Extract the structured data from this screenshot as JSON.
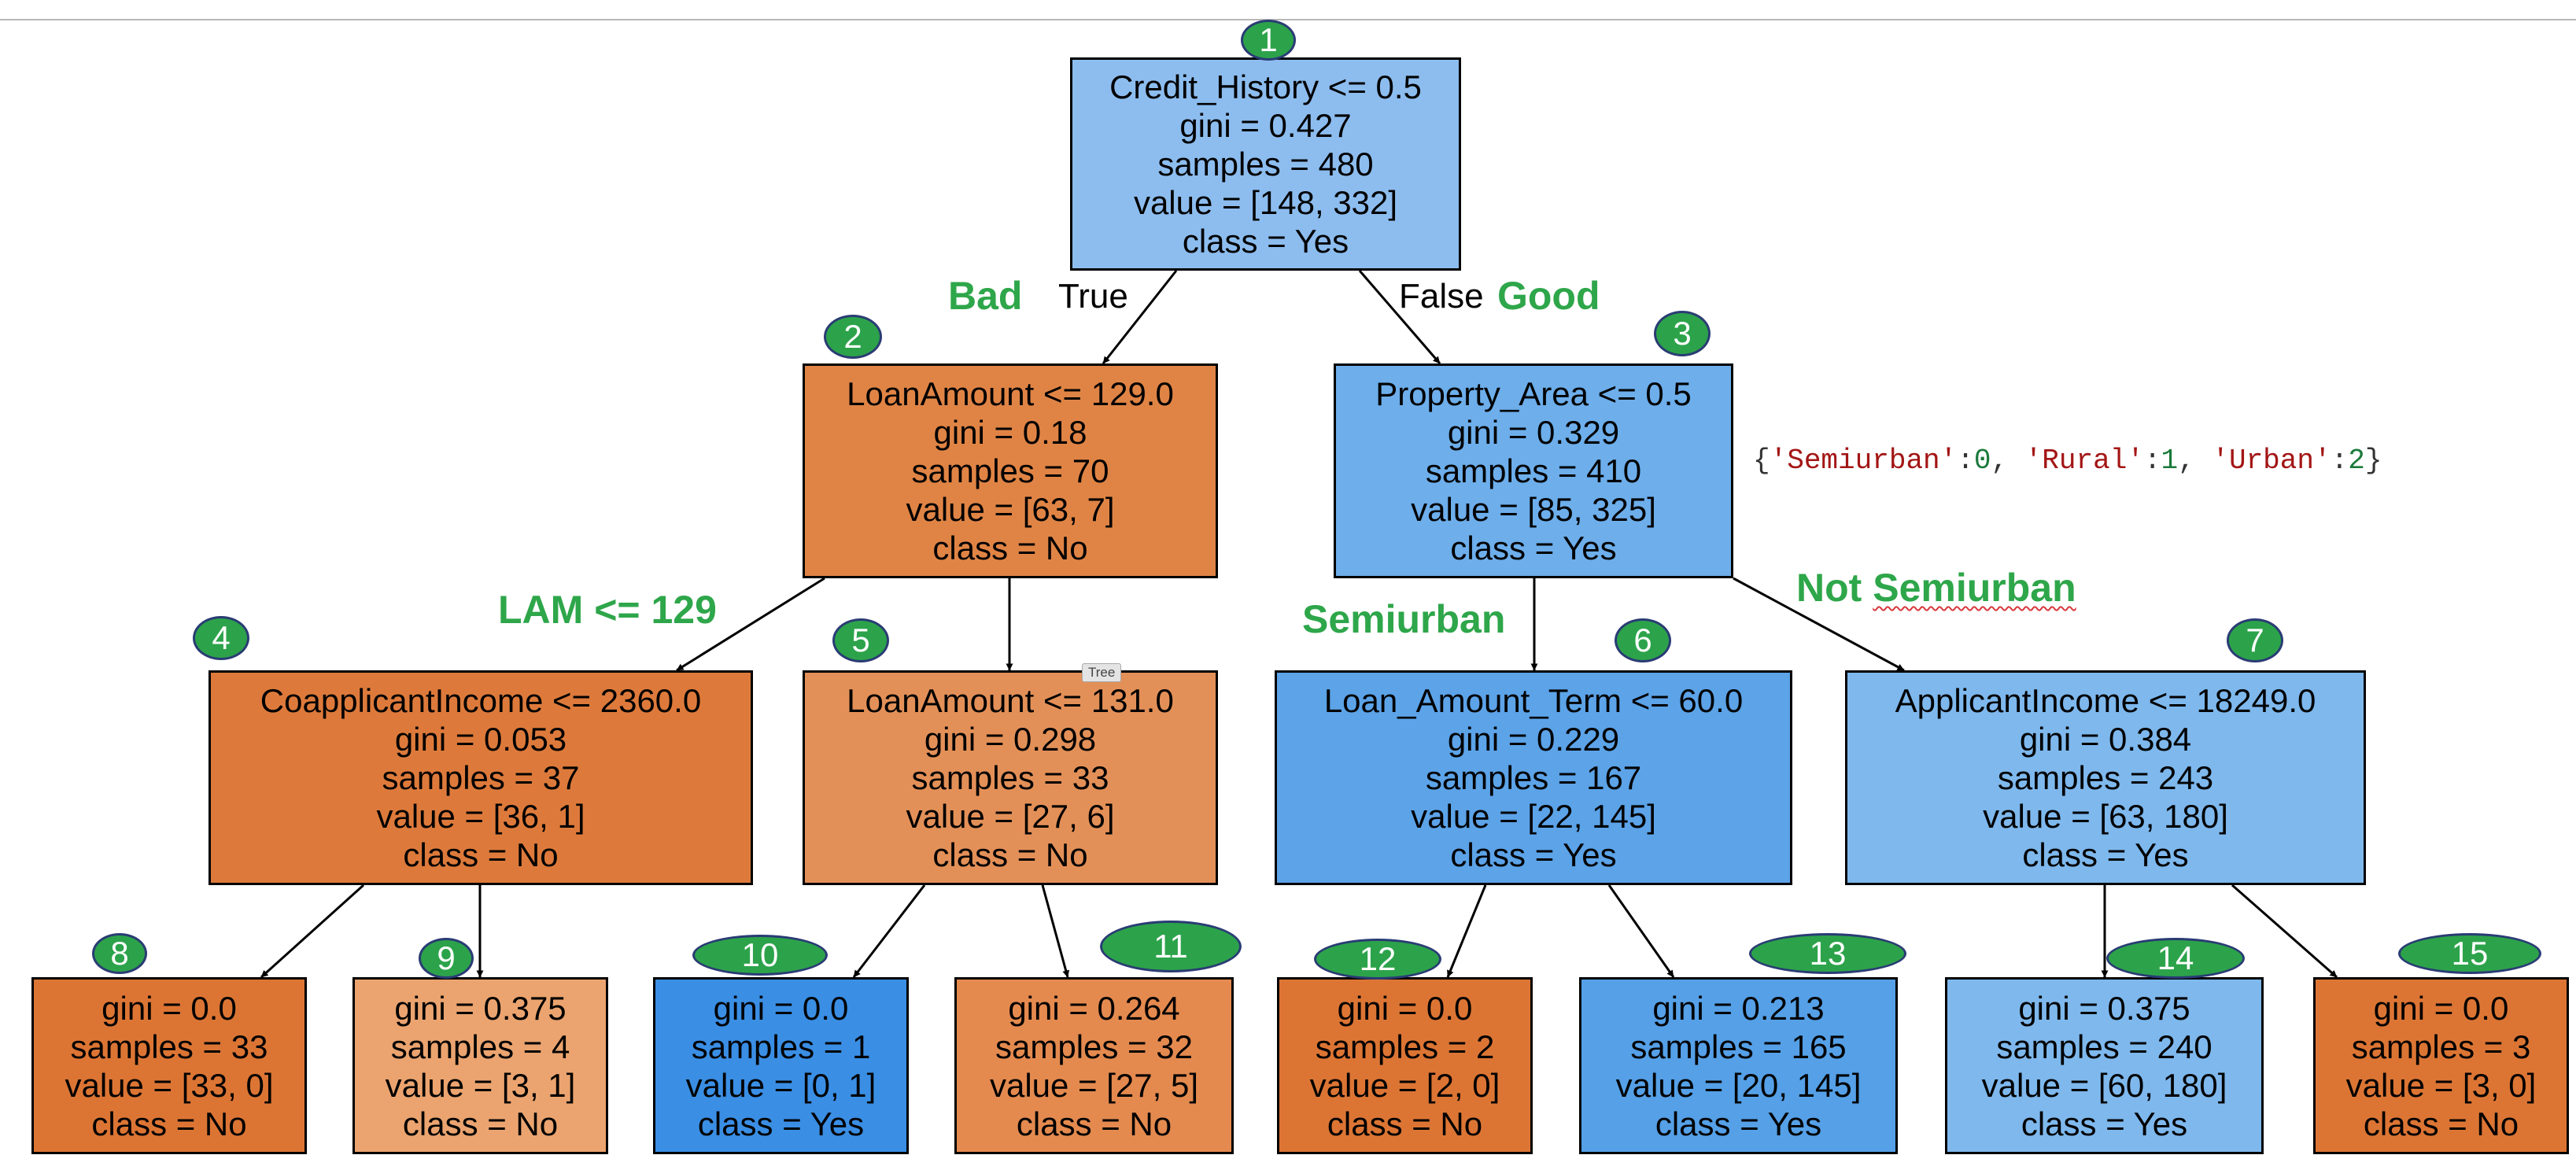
{
  "nodes": [
    {
      "id": "1",
      "lines": [
        "Credit_History <= 0.5",
        "gini = 0.427",
        "samples = 480",
        "value = [148, 332]",
        "class = Yes"
      ],
      "fill": "#8dbdef"
    },
    {
      "id": "2",
      "lines": [
        "LoanAmount <= 129.0",
        "gini = 0.18",
        "samples = 70",
        "value = [63, 7]",
        "class = No"
      ],
      "fill": "#e08445"
    },
    {
      "id": "3",
      "lines": [
        "Property_Area <= 0.5",
        "gini = 0.329",
        "samples = 410",
        "value = [85, 325]",
        "class = Yes"
      ],
      "fill": "#6daeeb"
    },
    {
      "id": "4",
      "lines": [
        "CoapplicantIncome <= 2360.0",
        "gini = 0.053",
        "samples = 37",
        "value = [36, 1]",
        "class = No"
      ],
      "fill": "#dd7a3b"
    },
    {
      "id": "5",
      "lines": [
        "LoanAmount <= 131.0",
        "gini = 0.298",
        "samples = 33",
        "value = [27, 6]",
        "class = No"
      ],
      "fill": "#e39058"
    },
    {
      "id": "6",
      "lines": [
        "Loan_Amount_Term <= 60.0",
        "gini = 0.229",
        "samples = 167",
        "value = [22, 145]",
        "class = Yes"
      ],
      "fill": "#5ca3e8"
    },
    {
      "id": "7",
      "lines": [
        "ApplicantIncome <= 18249.0",
        "gini = 0.384",
        "samples = 243",
        "value = [63, 180]",
        "class = Yes"
      ],
      "fill": "#7eb8ed"
    },
    {
      "id": "8",
      "lines": [
        "gini = 0.0",
        "samples = 33",
        "value = [33, 0]",
        "class = No"
      ],
      "fill": "#dc7534"
    },
    {
      "id": "9",
      "lines": [
        "gini = 0.375",
        "samples = 4",
        "value = [3, 1]",
        "class = No"
      ],
      "fill": "#eba46f"
    },
    {
      "id": "10",
      "lines": [
        "gini = 0.0",
        "samples = 1",
        "value = [0, 1]",
        "class = Yes"
      ],
      "fill": "#3a8ee4"
    },
    {
      "id": "11",
      "lines": [
        "gini = 0.264",
        "samples = 32",
        "value = [27, 5]",
        "class = No"
      ],
      "fill": "#e48a4f"
    },
    {
      "id": "12",
      "lines": [
        "gini = 0.0",
        "samples = 2",
        "value = [2, 0]",
        "class = No"
      ],
      "fill": "#dc7534"
    },
    {
      "id": "13",
      "lines": [
        "gini = 0.213",
        "samples = 165",
        "value = [20, 145]",
        "class = Yes"
      ],
      "fill": "#55a0e7"
    },
    {
      "id": "14",
      "lines": [
        "gini = 0.375",
        "samples = 240",
        "value = [60, 180]",
        "class = Yes"
      ],
      "fill": "#7eb8ed"
    },
    {
      "id": "15",
      "lines": [
        "gini = 0.0",
        "samples = 3",
        "value = [3, 0]",
        "class = No"
      ],
      "fill": "#dc7534"
    }
  ],
  "edges": [
    {
      "from": "1",
      "to": "2"
    },
    {
      "from": "1",
      "to": "3"
    },
    {
      "from": "2",
      "to": "4"
    },
    {
      "from": "2",
      "to": "5"
    },
    {
      "from": "3",
      "to": "6"
    },
    {
      "from": "3",
      "to": "7"
    },
    {
      "from": "4",
      "to": "8"
    },
    {
      "from": "4",
      "to": "9"
    },
    {
      "from": "5",
      "to": "10"
    },
    {
      "from": "5",
      "to": "11"
    },
    {
      "from": "6",
      "to": "12"
    },
    {
      "from": "6",
      "to": "13"
    },
    {
      "from": "7",
      "to": "14"
    },
    {
      "from": "7",
      "to": "15"
    }
  ],
  "edge_labels": {
    "true": "True",
    "false": "False"
  },
  "annotations": {
    "bad": "Bad",
    "good": "Good",
    "lam": "LAM <= 129",
    "semiurban": "Semiurban",
    "not": "Not",
    "not_semiurban": "Semiurban"
  },
  "mapping": {
    "open": "{",
    "k1": "'Semiurban'",
    "sep1": ":",
    "v1": "0",
    "c1": ", ",
    "k2": "'Rural'",
    "sep2": ":",
    "v2": "1",
    "c2": ", ",
    "k3": "'Urban'",
    "sep3": ":",
    "v3": "2",
    "close": "}"
  },
  "tooltip": "Tree",
  "colors": {
    "badge": "#2ca34a",
    "annotation": "#2ea64a",
    "badge_border": "#2a3c74"
  }
}
